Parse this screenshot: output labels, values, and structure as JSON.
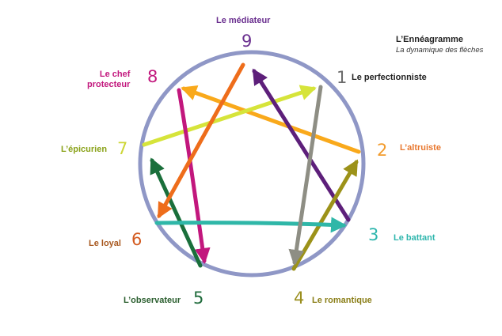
{
  "title": "L’Ennéagramme",
  "subtitle": "La dynamique des flèches",
  "colors": {
    "circle": "#8f97c6",
    "arrow_1_to_7": "#d6e43a",
    "arrow_2_to_8": "#f9a91b",
    "arrow_3_to_9": "#5d1f7a",
    "arrow_4_to_2": "#9c9219",
    "arrow_5_to_7": "#1a6f3b",
    "arrow_6_to_3": "#2fb7a8",
    "arrow_7_to_5": "#e26a9a",
    "arrow_8_to_5": "#c2177d",
    "arrow_9_to_6": "#ee6d1b",
    "arrow_1_to_4": "#8e8e84"
  },
  "points": [
    {
      "id": "9",
      "number": "9",
      "label": "Le médiateur",
      "color": "#6a2f8f",
      "label_color": "#6a2f8f"
    },
    {
      "id": "1",
      "number": "1",
      "label": "Le perfectionniste",
      "color": "#6b6b6b",
      "label_color": "#222222"
    },
    {
      "id": "2",
      "number": "2",
      "label": "L’altruiste",
      "color": "#f29b2c",
      "label_color": "#e8772e"
    },
    {
      "id": "3",
      "number": "3",
      "label": "Le battant",
      "color": "#2eb6ad",
      "label_color": "#2eb6ad"
    },
    {
      "id": "4",
      "number": "4",
      "label": "Le romantique",
      "color": "#9a8e1e",
      "label_color": "#8a7e17"
    },
    {
      "id": "5",
      "number": "5",
      "label": "L’observateur",
      "color": "#1f6b3b",
      "label_color": "#2a5e2e"
    },
    {
      "id": "6",
      "number": "6",
      "label": "Le loyal",
      "color": "#d35a1f",
      "label_color": "#a8581f"
    },
    {
      "id": "7",
      "number": "7",
      "label": "L’épicurien",
      "color": "#cdd636",
      "label_color": "#8aa219"
    },
    {
      "id": "8",
      "number": "8",
      "label": "Le chef\nprotecteur",
      "color": "#c2177d",
      "label_color": "#c2177d"
    }
  ]
}
